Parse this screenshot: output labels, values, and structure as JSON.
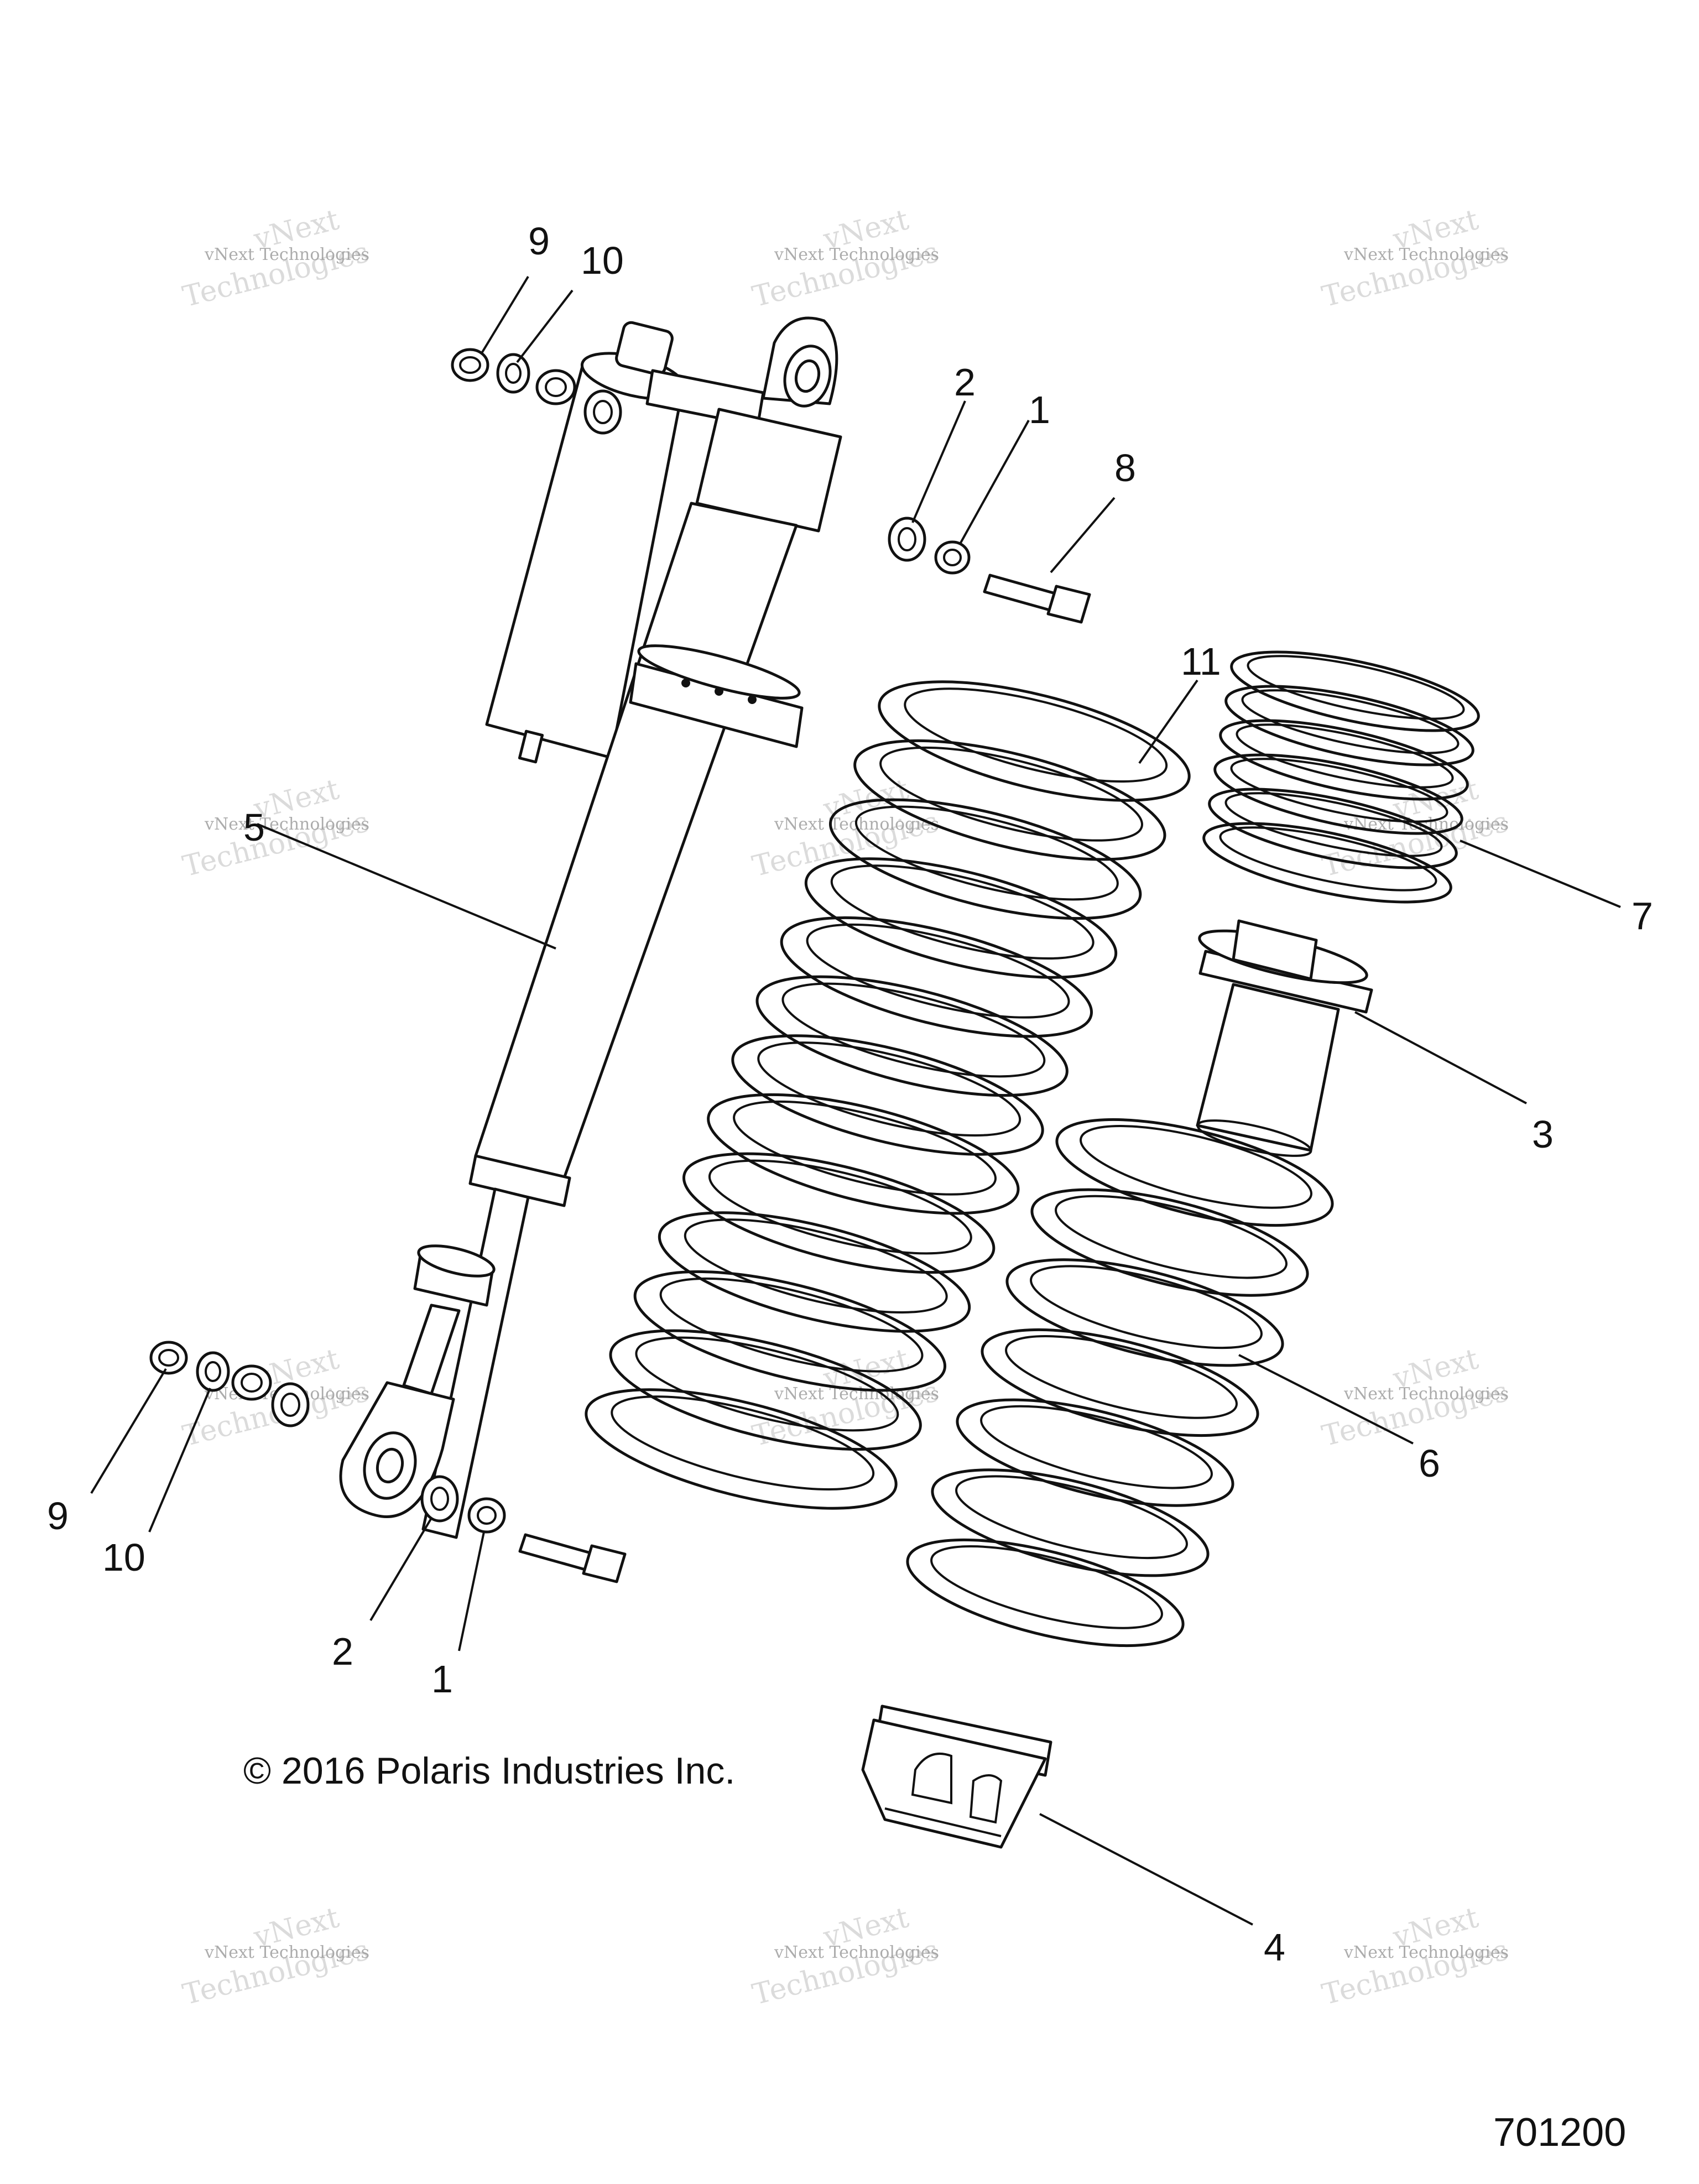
{
  "callouts": [
    {
      "label": "9"
    },
    {
      "label": "10"
    },
    {
      "label": "2"
    },
    {
      "label": "1"
    },
    {
      "label": "8"
    },
    {
      "label": "11"
    },
    {
      "label": "7"
    },
    {
      "label": "5"
    },
    {
      "label": "3"
    },
    {
      "label": "6"
    },
    {
      "label": "9"
    },
    {
      "label": "10"
    },
    {
      "label": "2"
    },
    {
      "label": "1"
    },
    {
      "label": "4"
    }
  ],
  "copyright": "© 2016 Polaris Industries Inc.",
  "figure_number": "701200",
  "watermark": {
    "line1": "vNext Technologies",
    "line2": "vNext",
    "line3": "Technologies"
  }
}
